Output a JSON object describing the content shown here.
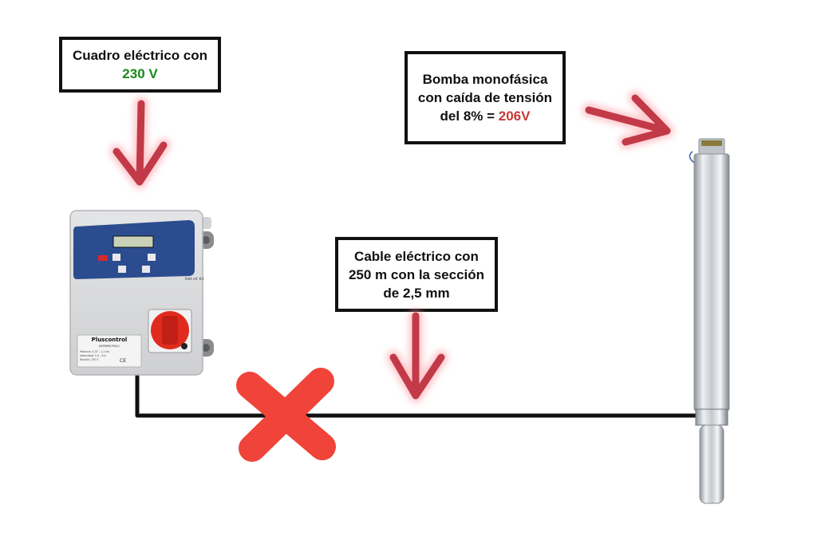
{
  "callouts": {
    "control_box": {
      "line1": "Cuadro eléctrico con",
      "voltage": "230 V",
      "voltage_color": "#1a8a1a"
    },
    "pump": {
      "line1": "Bomba monofásica",
      "line2": "con caída de tensión",
      "line3_prefix": "del 8% = ",
      "voltage": "206V",
      "voltage_color": "#c83a3a"
    },
    "cable": {
      "line1": "Cable eléctrico con",
      "line2": "250 m con la sección",
      "line3": "de 2,5 mm"
    }
  },
  "control_panel": {
    "brand_label": "Pluscontrol",
    "serial": "KSPMM07M/L1",
    "spec_1": "Potencia: 0,37 – 1,1 kw",
    "spec_2": "Intensidad: 2,4 – 9 A",
    "spec_3": "Tensión: 230 V",
    "ce_mark": "CE",
    "model_tag": "Relé ref. K-1"
  },
  "colors": {
    "arrow": "#c23a48",
    "cross": "#f0433a",
    "cable": "#111111",
    "panel_blue": "#2b4c8f",
    "switch_red": "#e02b1f"
  }
}
